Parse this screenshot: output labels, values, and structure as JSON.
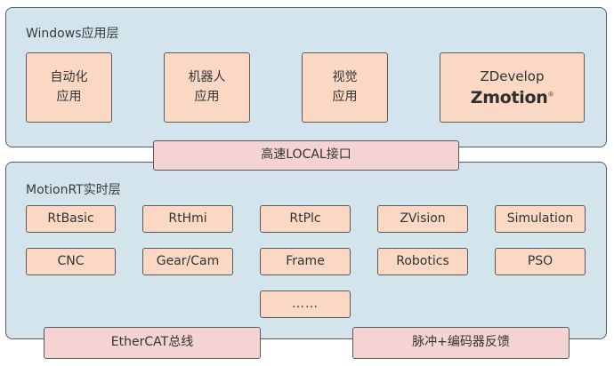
{
  "windows_layer": {
    "title": "Windows应用层",
    "apps": [
      {
        "line1": "自动化",
        "line2": "应用"
      },
      {
        "line1": "机器人",
        "line2": "应用"
      },
      {
        "line1": "视觉",
        "line2": "应用"
      }
    ],
    "zdevelop": {
      "label": "ZDevelop",
      "logo": "Zmotion",
      "logo_mark": "®"
    }
  },
  "interface": {
    "label": "高速LOCAL接口"
  },
  "realtime_layer": {
    "title": "MotionRT实时层",
    "row1": [
      "RtBasic",
      "RtHmi",
      "RtPlc",
      "ZVision",
      "Simulation"
    ],
    "row2": [
      "CNC",
      "Gear/Cam",
      "Frame",
      "Robotics",
      "PSO"
    ],
    "more": "……"
  },
  "bottom": {
    "ethercat": "EtherCAT总线",
    "pulse": "脉冲+编码器反馈"
  },
  "colors": {
    "layer_fill": "#d4e4ed",
    "module_fill": "#fad8c4",
    "bus_fill": "#f5d3d3",
    "border": "#5a5a5a"
  }
}
